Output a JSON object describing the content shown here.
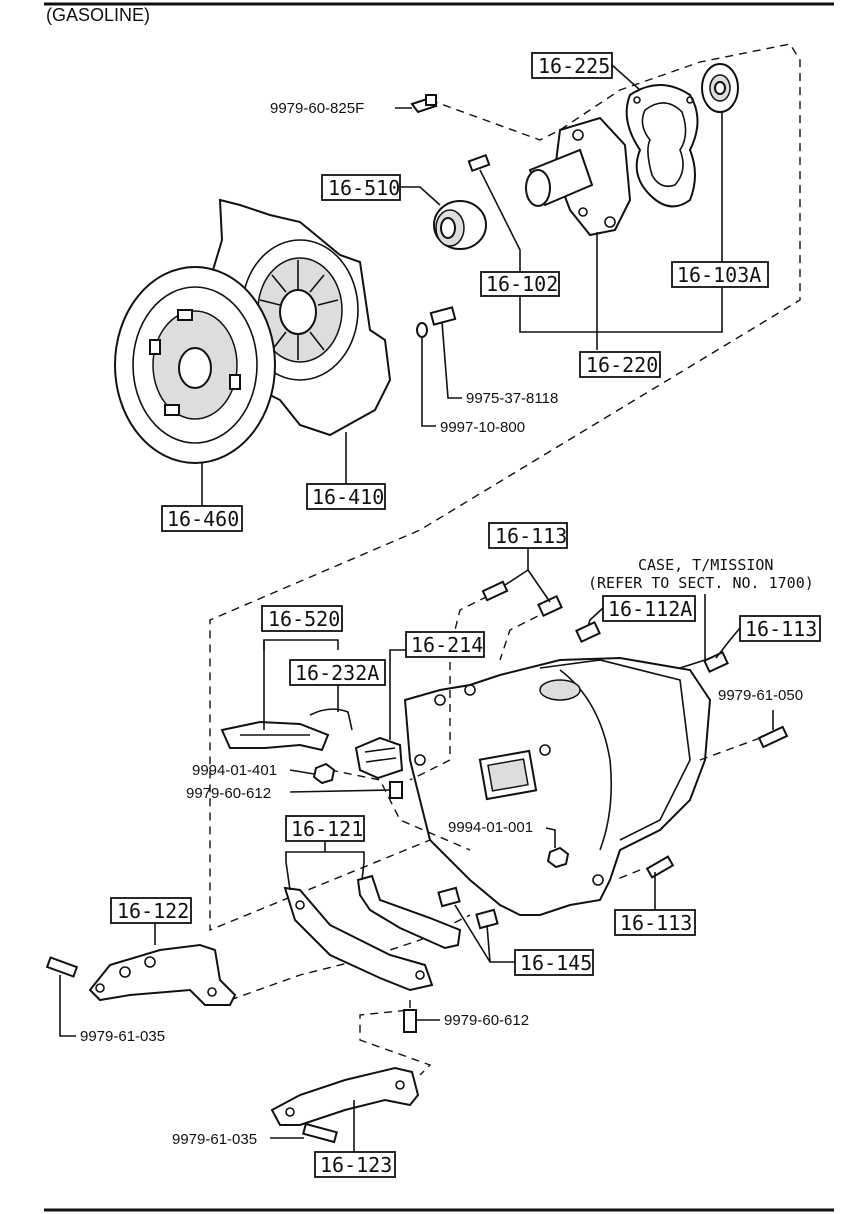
{
  "header": {
    "variant": "(GASOLINE)"
  },
  "case_note": {
    "line1": "CASE, T/MISSION",
    "line2": "(REFER TO SECT. NO. 1700)"
  },
  "callouts": {
    "p16_225": "16-225",
    "p16_510": "16-510",
    "p16_102": "16-102",
    "p16_103a": "16-103A",
    "p16_220": "16-220",
    "p16_410": "16-410",
    "p16_460": "16-460",
    "p16_113_top": "16-113",
    "p16_112a": "16-112A",
    "p16_113_right": "16-113",
    "p16_520": "16-520",
    "p16_232a": "16-232A",
    "p16_214": "16-214",
    "p16_121": "16-121",
    "p16_122": "16-122",
    "p16_145": "16-145",
    "p16_113_bottom": "16-113",
    "p16_123": "16-123"
  },
  "part_numbers": {
    "n9979_60_825f": "9979-60-825F",
    "n9975_37_8118": "9975-37-8118",
    "n9997_10_800": "9997-10-800",
    "n9979_61_050": "9979-61-050",
    "n9994_01_401": "9994-01-401",
    "n9979_60_612_a": "9979-60-612",
    "n9994_01_001": "9994-01-001",
    "n9979_61_035_a": "9979-61-035",
    "n9979_60_612_b": "9979-60-612",
    "n9979_61_035_b": "9979-61-035"
  }
}
